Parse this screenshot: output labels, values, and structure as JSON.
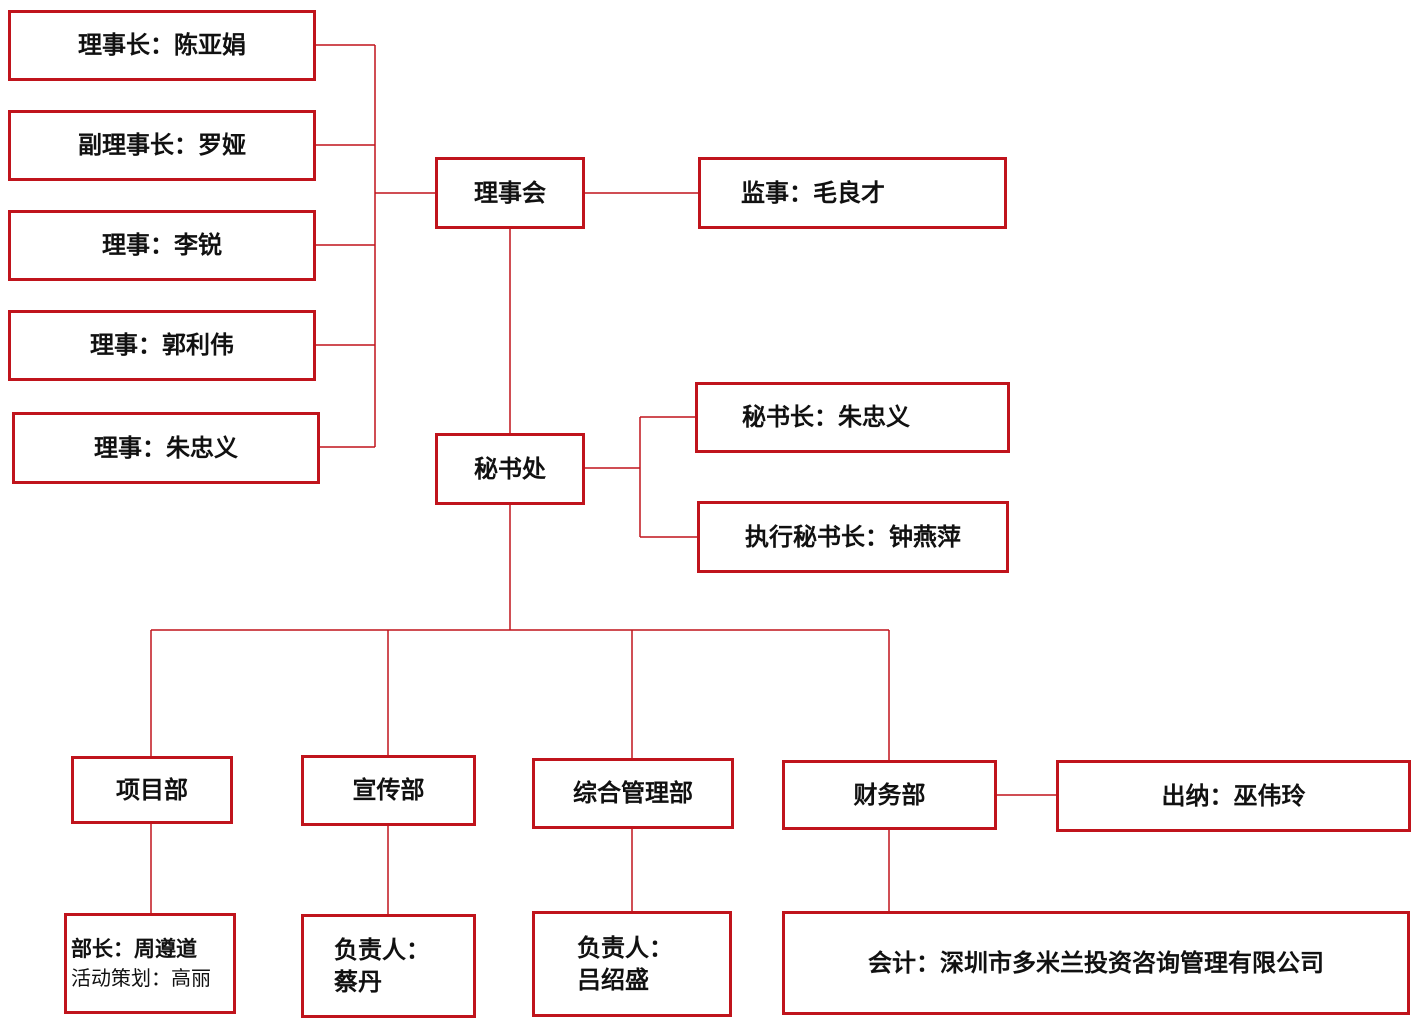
{
  "colors": {
    "border": "#c0141c",
    "line": "#c0141c",
    "text": "#111111",
    "background": "#ffffff"
  },
  "council": {
    "chairman": "理事长：陈亚娟",
    "vice_chairman": "副理事长：罗娅",
    "directors": [
      "理事：李锐",
      "理事：郭利伟",
      "理事：朱忠义"
    ],
    "board": "理事会",
    "supervisor": "监事：毛良才"
  },
  "secretariat": {
    "name": "秘书处",
    "secretary_general": "秘书长：朱忠义",
    "executive_secretary": "执行秘书长：钟燕萍"
  },
  "departments": {
    "project": {
      "name": "项目部",
      "head": "部长：周遵道",
      "planner": "活动策划：高丽"
    },
    "publicity": {
      "name": "宣传部",
      "lead_label": "负责人：",
      "lead_name": "蔡丹"
    },
    "general": {
      "name": "综合管理部",
      "lead_label": "负责人：",
      "lead_name": "吕绍盛"
    },
    "finance": {
      "name": "财务部",
      "cashier": "出纳：巫伟玲",
      "accountant": "会计：深圳市多米兰投资咨询管理有限公司"
    }
  }
}
